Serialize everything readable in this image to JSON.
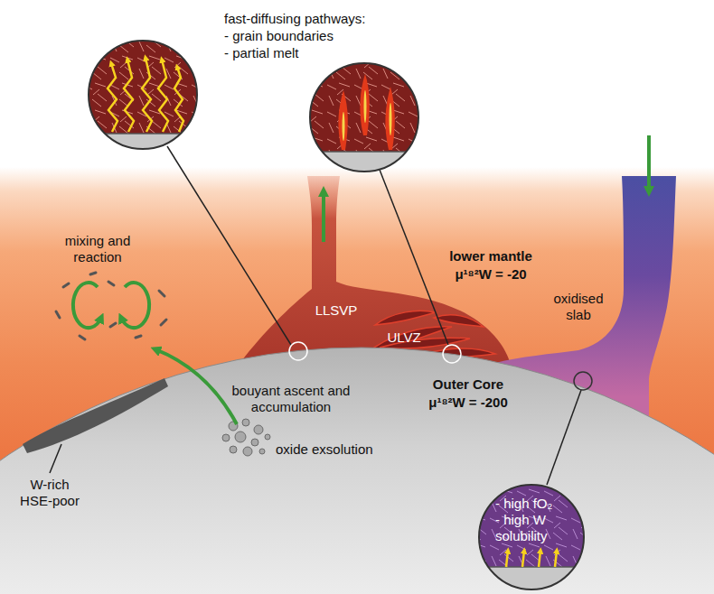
{
  "diagram": {
    "nodes": [
      {
        "text": [
          "LLSVP"
        ]
      },
      {
        "text": [
          "oxidised slab"
        ]
      },
      {
        "text": [
          "- high fO₂",
          "- high W solubility"
        ]
      }
    ],
    "labels": [
      "fast-diffusing pathways:",
      "- grain boundaries",
      "- partial melt",
      "mixing and reaction",
      "lower mantle",
      "μ¹⁸²W = -20",
      "ULVZ",
      "bouyant ascent and accumulation",
      "Outer Core",
      "μ¹⁸²W = -200",
      "oxide exsolution",
      "W-rich HSE-poor"
    ]
  }
}
